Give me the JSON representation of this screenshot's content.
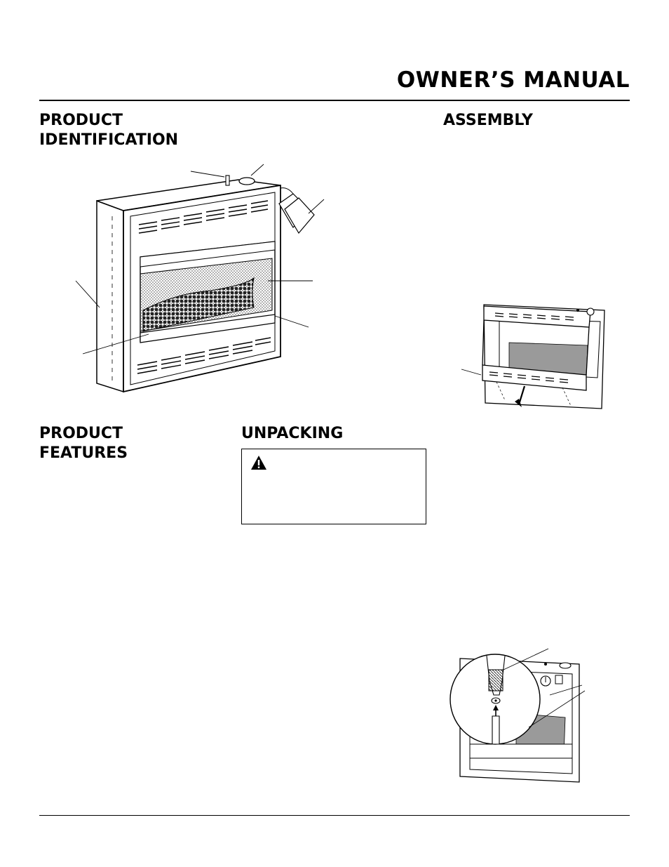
{
  "header": {
    "title": "OWNER’S MANUAL"
  },
  "sections": {
    "product_identification": {
      "line1": "PRODUCT",
      "line2": "IDENTIFICATION"
    },
    "assembly": {
      "title": "ASSEMBLY"
    },
    "product_features": {
      "line1": "PRODUCT",
      "line2": "FEATURES"
    },
    "unpacking": {
      "title": "UNPACKING"
    }
  },
  "icons": {
    "warning": "warning-triangle-icon"
  },
  "colors": {
    "ink": "#000000",
    "paper": "#ffffff",
    "shade": "#9a9a9a"
  }
}
